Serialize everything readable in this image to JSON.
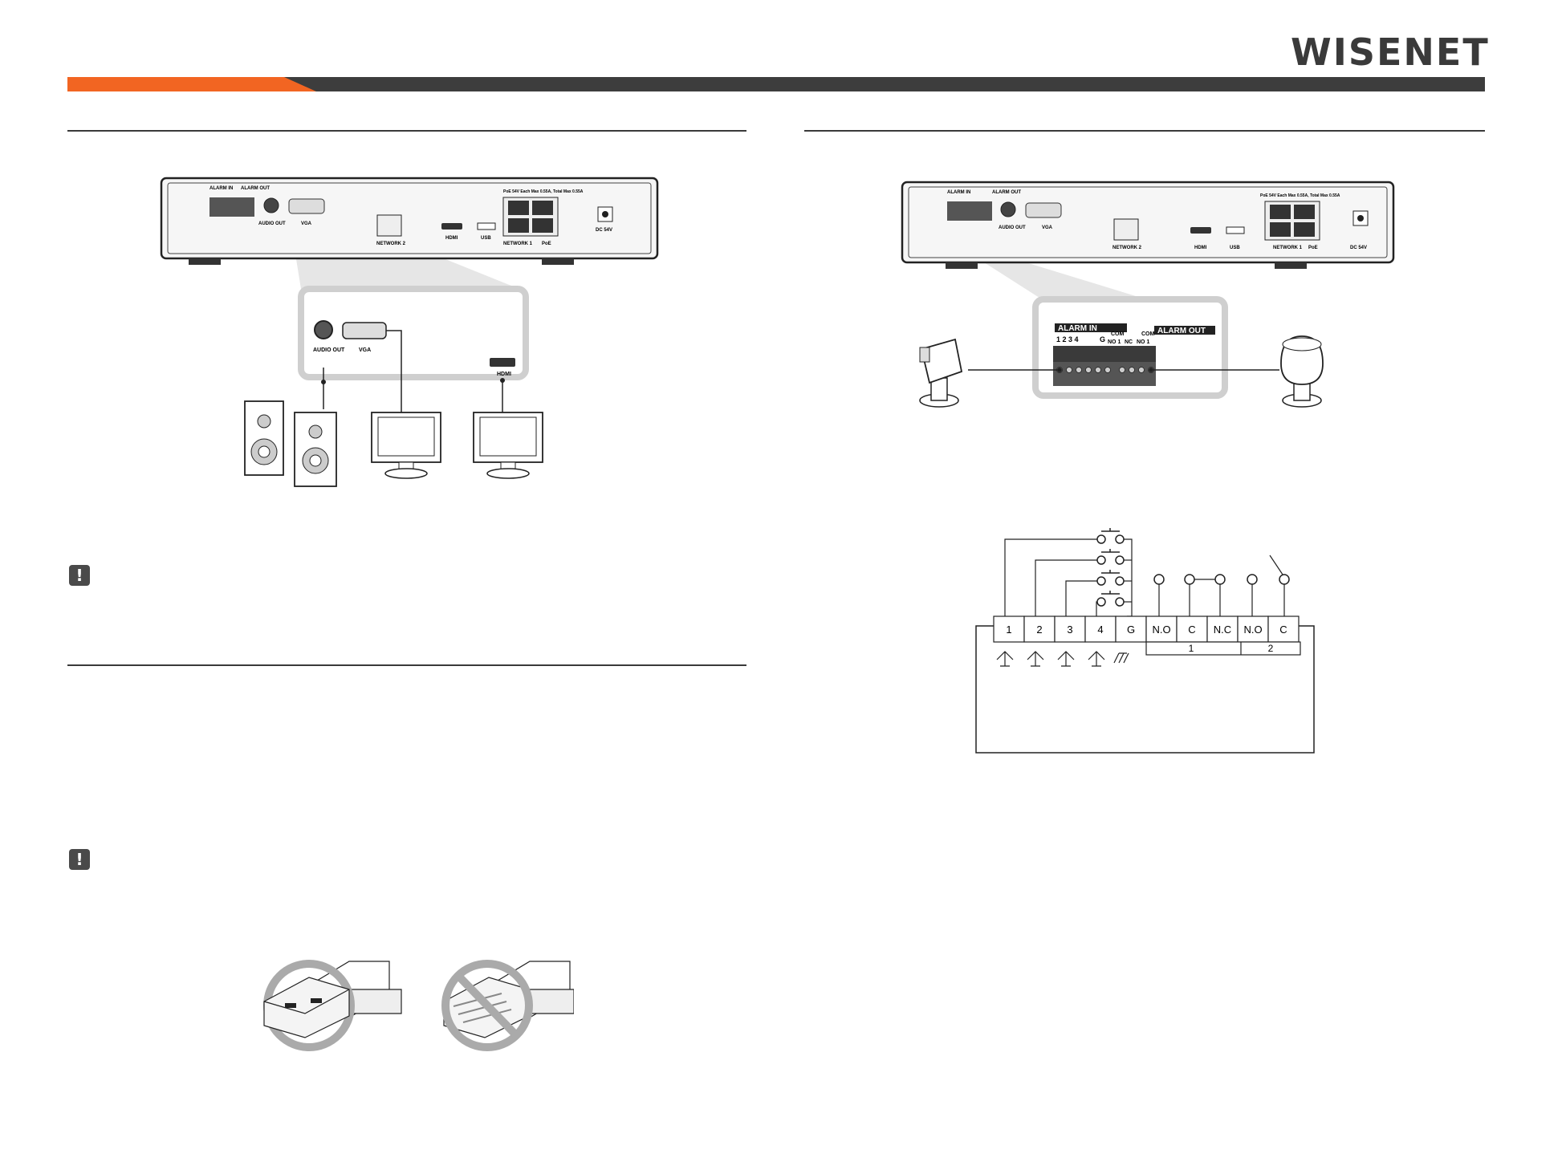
{
  "brand": {
    "logo_text": "WISENET",
    "accent_color": "#f26522",
    "bar_color": "#3d3d3d"
  },
  "device_panel": {
    "alarm_in_label": "ALARM IN",
    "alarm_out_label": "ALARM OUT",
    "audio_out_label": "AUDIO OUT",
    "vga_label": "VGA",
    "hdmi_label": "HDMI",
    "usb_label": "USB",
    "network2_label": "NETWORK 2",
    "network1_label": "NETWORK 1",
    "poe_label": "PoE",
    "dc_label": "DC 54V",
    "poe_spec": "PoE 54V Each Max 0.55A, Total Max 0.55A"
  },
  "zoom_av": {
    "audio_out_label": "AUDIO OUT",
    "vga_label": "VGA",
    "hdmi_label": "HDMI"
  },
  "zoom_alarm": {
    "alarm_in_label": "ALARM IN",
    "alarm_out_label": "ALARM OUT",
    "in_numbers": "1 2 3 4",
    "ground_label": "G",
    "com1_label": "COM",
    "com2_label": "COM",
    "no1_label": "NO 1",
    "nc_label": "NC",
    "no2_label": "NO 1"
  },
  "wiring": {
    "terminals": [
      "1",
      "2",
      "3",
      "4",
      "G",
      "N.O",
      "C",
      "N.C",
      "N.O",
      "C"
    ],
    "groups": [
      "1",
      "2"
    ]
  }
}
